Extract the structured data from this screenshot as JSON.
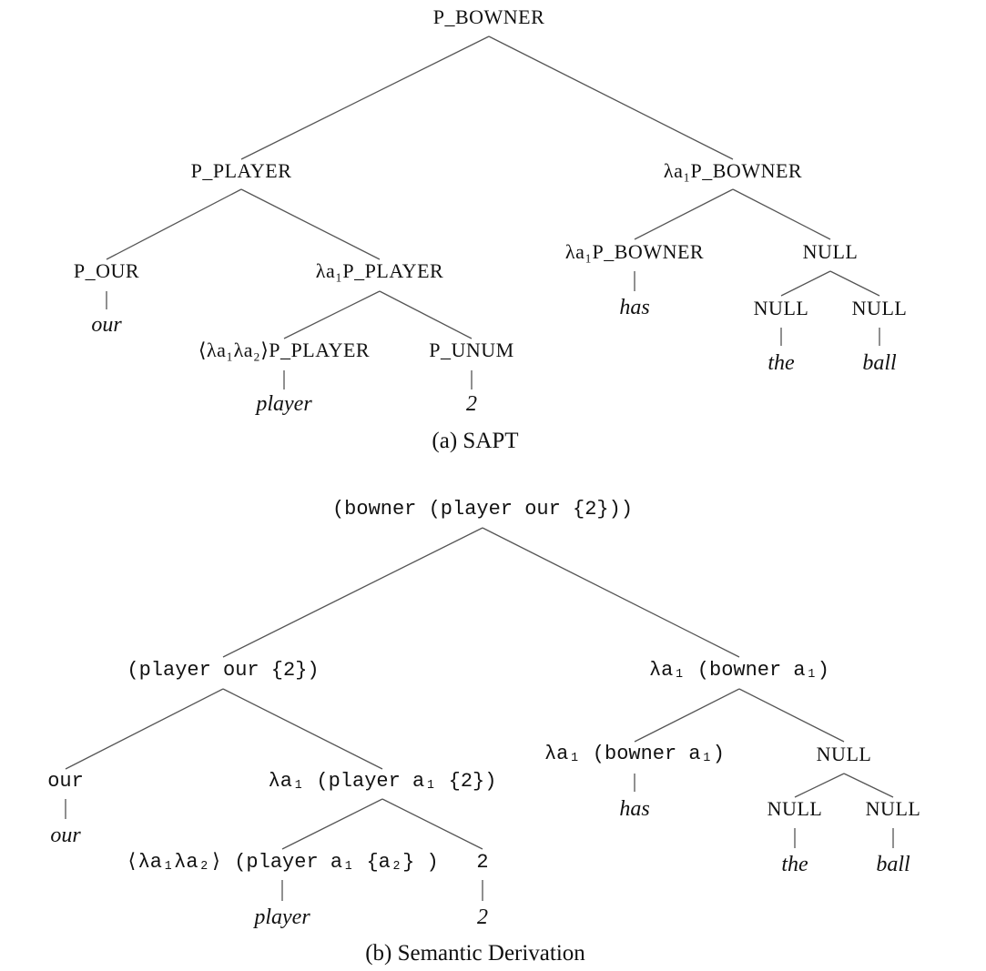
{
  "sapt": {
    "caption": "(a) SAPT",
    "root": "P_BOWNER",
    "player": "P_PLAYER",
    "lam_bowner": "λa₁P_BOWNER",
    "our_node": "P_OUR",
    "our_word": "our",
    "lam_player": "λa₁P_PLAYER",
    "lam_bowner_leaf": "λa₁P_BOWNER",
    "has_word": "has",
    "null_top": "NULL",
    "null_left": "NULL",
    "null_right": "NULL",
    "the_word": "the",
    "ball_word": "ball",
    "lam2_player": "⟨λa₁λa₂⟩P_PLAYER",
    "player_word": "player",
    "unum": "P_UNUM",
    "unum_word": "2"
  },
  "derivation": {
    "caption": "(b) Semantic Derivation",
    "root": "(bowner (player our {2}))",
    "player_our": "(player our {2})",
    "lam_bowner": "λa₁ (bowner a₁)",
    "our_node": "our",
    "our_word": "our",
    "lam_player": "λa₁ (player a₁ {2})",
    "lam_bowner_leaf": "λa₁ (bowner a₁)",
    "has_word": "has",
    "null_top": "NULL",
    "null_left": "NULL",
    "null_right": "NULL",
    "the_word": "the",
    "ball_word": "ball",
    "lam2_player": "⟨λa₁λa₂⟩ (player a₁ {a₂} )",
    "player_word": "player",
    "two_node": "2",
    "two_word": "2"
  }
}
